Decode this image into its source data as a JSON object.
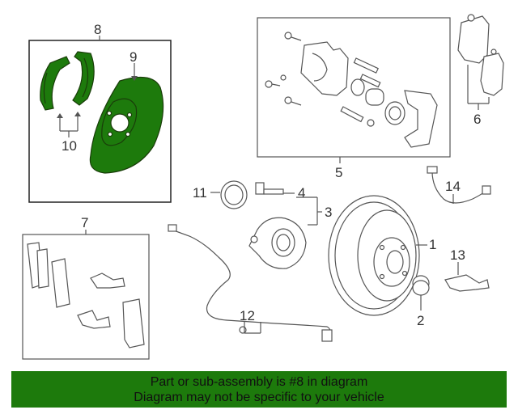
{
  "colors": {
    "highlight": "#1d7a0c",
    "banner": "#1d7a0c",
    "line": "#555555"
  },
  "callouts": {
    "c1": "1",
    "c2": "2",
    "c3": "3",
    "c4": "4",
    "c5": "5",
    "c6": "6",
    "c7": "7",
    "c8": "8",
    "c9": "9",
    "c10": "10",
    "c11": "11",
    "c12": "12",
    "c13": "13",
    "c14": "14"
  },
  "banner": {
    "line1": "Part or sub-assembly is #8 in diagram",
    "line2": "Diagram may not be specific to your vehicle"
  }
}
